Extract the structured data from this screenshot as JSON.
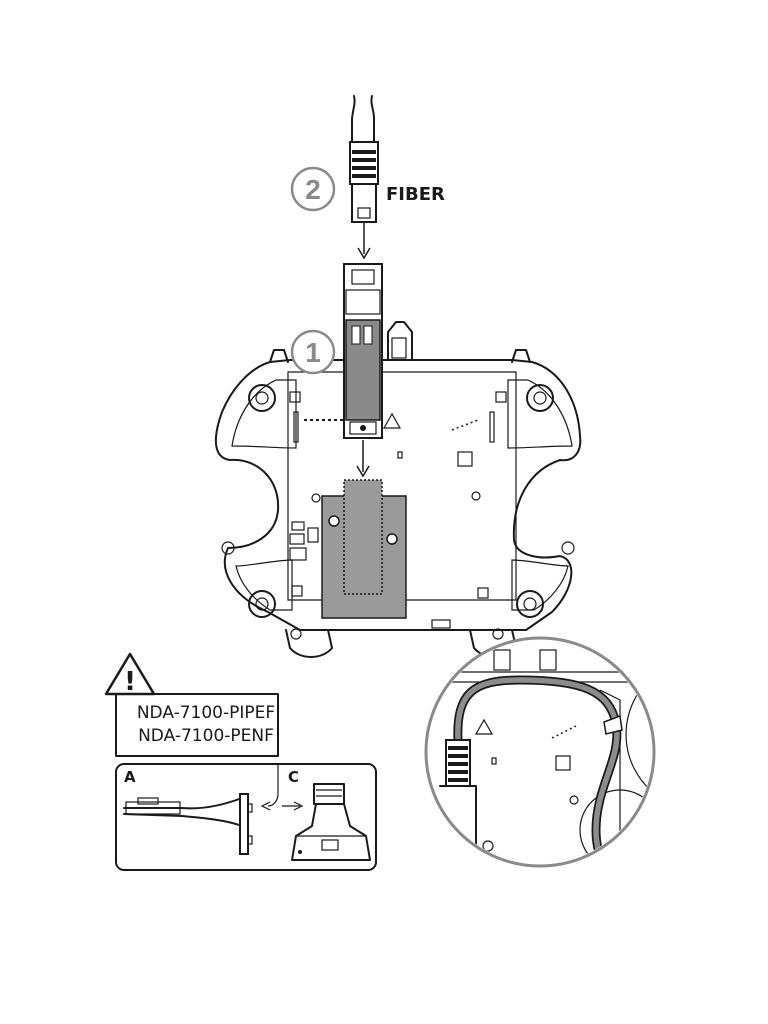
{
  "callouts": {
    "step1": "1",
    "step2": "2"
  },
  "labels": {
    "fiber": "FIBER"
  },
  "warning": {
    "symbol": "!",
    "models": [
      "NDA-7100-PIPEF",
      "NDA-7100-PENF"
    ]
  },
  "panel": {
    "a": "A",
    "c": "C"
  },
  "icons": {
    "warning": "warning-triangle-icon",
    "arrow": "arrow-down-icon"
  },
  "colors": {
    "line": "#1a1a1a",
    "callout": "#8a8a8a",
    "module_fill": "#9a9a9a",
    "cable": "#8c8c8c"
  }
}
